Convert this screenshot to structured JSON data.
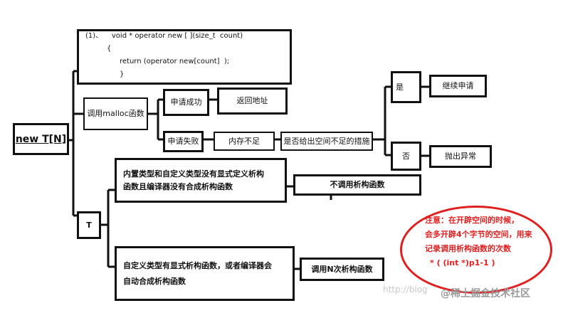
{
  "root": {
    "label": "new T[N]"
  },
  "code_box": {
    "lines": [
      "(1)、    void * operator new [ ](size_t  count)",
      "{",
      "return (operator new[count]  );",
      "}"
    ]
  },
  "malloc": {
    "label": "调用malloc函数"
  },
  "success": {
    "label": "申请成功",
    "result": "返回地址"
  },
  "failure": {
    "label": "申请失败",
    "reason": "内存不足",
    "question": "是否给出空间不足的措施"
  },
  "yes": {
    "label": "是",
    "result": "继续申请"
  },
  "no": {
    "label": "否",
    "result": "抛出异常"
  },
  "t_node": {
    "label": "T"
  },
  "builtin": {
    "line1": "内置类型和自定义类型没有显式定义析构",
    "line2": "函数且编译器没有合成析构函数",
    "result": "不调用析构函数"
  },
  "custom": {
    "line1": "自定义类型有显式析构函数，或者编译器会",
    "line2": "自动合成析构函数",
    "result": "调用N次析构函数"
  },
  "note": {
    "line1": "注意：在开辟空间的时候，",
    "line2": "会多开辟4个字节的空间，用来",
    "line3": "记录调用析构函数的次数",
    "line4": "* ( (int *)p1-1 )"
  },
  "watermark": {
    "faint": "http://blog",
    "strong": "@稀土掘金技术社区"
  },
  "colors": {
    "ink": "#111111",
    "note": "#e02020"
  }
}
